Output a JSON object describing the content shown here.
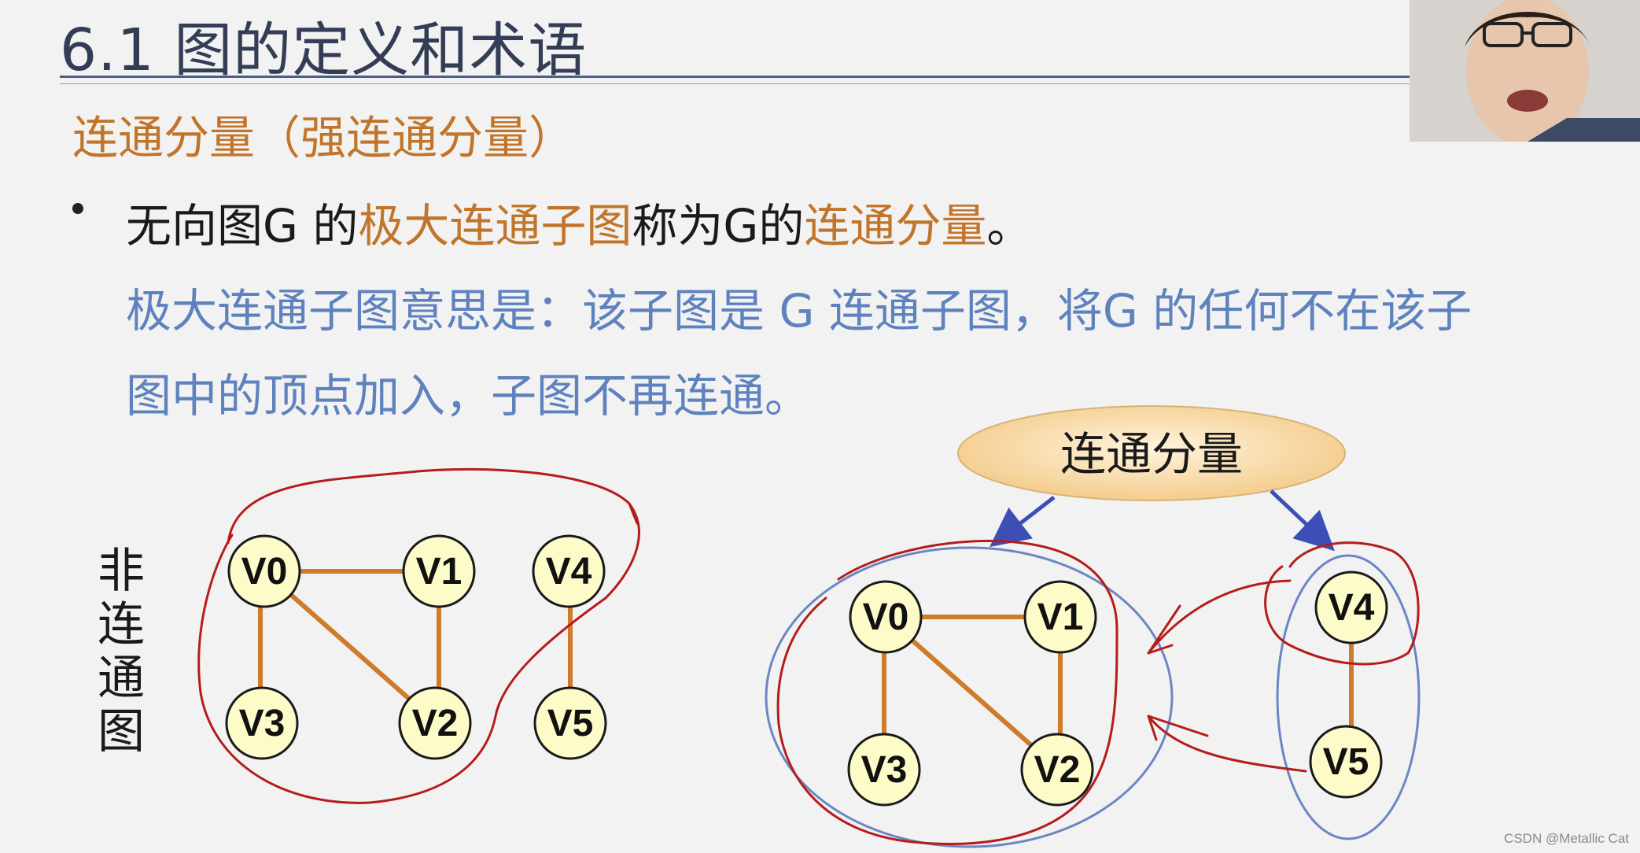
{
  "slide": {
    "title": "6.1 图的定义和术语",
    "subtitle": "连通分量（强连通分量）",
    "bullet": {
      "part1": "无向图G 的",
      "highlight1": "极大连通子图",
      "part2": "称为G的",
      "highlight2": "连通分量",
      "part3": "。"
    },
    "explanation": {
      "line1": "极大连通子图意思是：该子图是 G 连通子图，将G 的任何不在该子",
      "line2": "图中的顶点加入，子图不再连通。"
    },
    "left_graph": {
      "vertical_label": [
        "非",
        "连",
        "通",
        "图"
      ],
      "nodes": [
        "V0",
        "V1",
        "V2",
        "V3",
        "V4",
        "V5"
      ]
    },
    "right_graph": {
      "cloud_label": "连通分量",
      "nodes": [
        "V0",
        "V1",
        "V2",
        "V3",
        "V4",
        "V5"
      ]
    },
    "colors": {
      "title": "#333d55",
      "accent_orange": "#c1752b",
      "accent_blue": "#5e82bd",
      "node_fill": "#fdfcc8",
      "edge": "#d07a2c",
      "annotation_red": "#b51c1c",
      "component_outline": "#6b86c4"
    }
  },
  "footer": {
    "watermark": "CSDN @Metallic Cat"
  }
}
